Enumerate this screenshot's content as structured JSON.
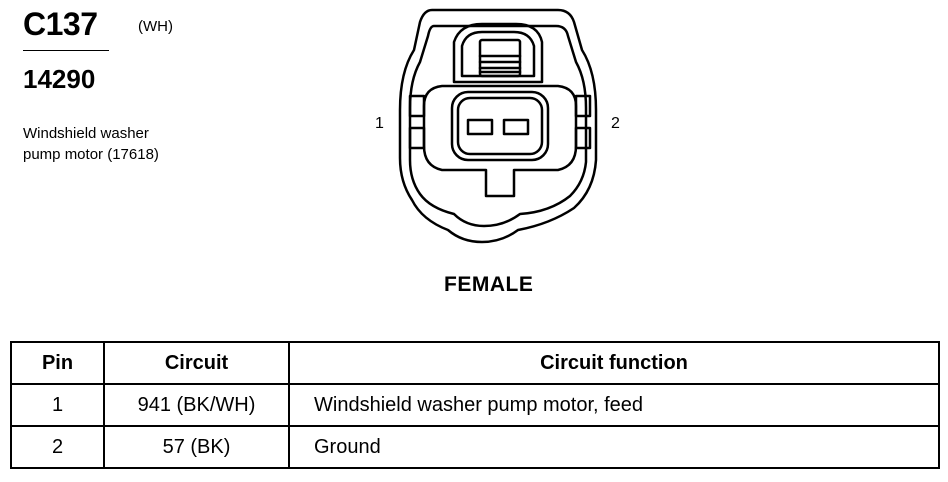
{
  "header": {
    "connector_id": "C137",
    "color_code": "(WH)",
    "part_number": "14290",
    "component_line1": "Windshield washer",
    "component_line2": "pump motor (17618)"
  },
  "connector": {
    "pin_1_label": "1",
    "pin_2_label": "2",
    "gender": "FEMALE"
  },
  "table": {
    "headers": [
      "Pin",
      "Circuit",
      "Circuit function"
    ],
    "rows": [
      [
        "1",
        "941 (BK/WH)",
        "Windshield washer pump motor, feed"
      ],
      [
        "2",
        "57 (BK)",
        "Ground"
      ]
    ]
  }
}
